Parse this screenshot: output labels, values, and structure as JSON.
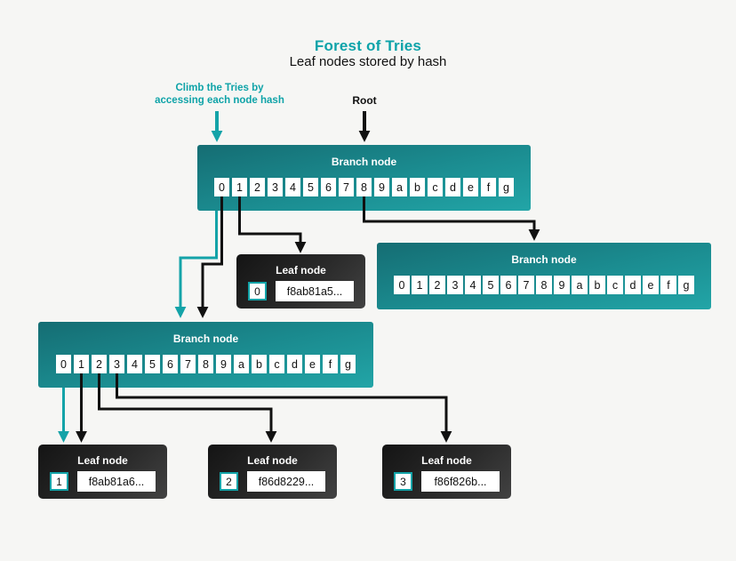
{
  "header": {
    "title": "Forest of Tries",
    "subtitle": "Leaf nodes stored by hash"
  },
  "annotations": {
    "climb_lines": [
      "Climb the Tries by",
      "accessing each node hash"
    ],
    "root": "Root"
  },
  "colors": {
    "accent_teal": "#0fa3a8",
    "arrow_black": "#111111",
    "branch_gradient_top": "#156d73",
    "branch_gradient_bottom": "#22a5a7",
    "leaf_gradient_dark": "#141414",
    "leaf_gradient_light": "#424242",
    "background": "#f6f6f4"
  },
  "hex_cells": [
    "0",
    "1",
    "2",
    "3",
    "4",
    "5",
    "6",
    "7",
    "8",
    "9",
    "a",
    "b",
    "c",
    "d",
    "e",
    "f",
    "g"
  ],
  "branch_nodes": {
    "root": {
      "label": "Branch node"
    },
    "right": {
      "label": "Branch node"
    },
    "lower": {
      "label": "Branch node"
    }
  },
  "leaf_nodes": [
    {
      "label": "Leaf node",
      "index": "0",
      "hash": "f8ab81a5..."
    },
    {
      "label": "Leaf node",
      "index": "1",
      "hash": "f8ab81a6..."
    },
    {
      "label": "Leaf node",
      "index": "2",
      "hash": "f86d8229..."
    },
    {
      "label": "Leaf node",
      "index": "3",
      "hash": "f86f826b..."
    }
  ]
}
